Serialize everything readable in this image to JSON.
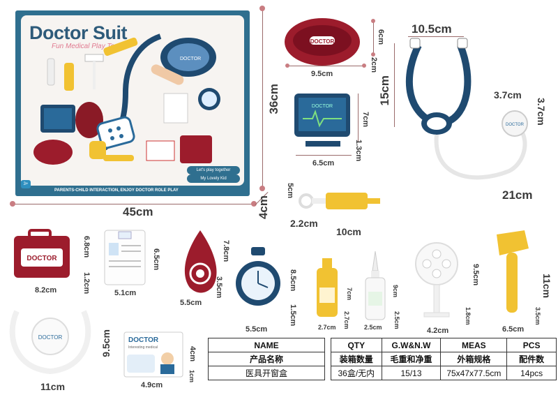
{
  "box": {
    "brand": "Doctor Suit",
    "tagline": "Fun Medical Play Toys",
    "caption": "PARENTS-CHILD INTERACTION, ENJOY DOCTOR ROLE PLAY",
    "tag_top": "Let's play together",
    "tag_bottom": "My Lovely Kid",
    "age": "3+",
    "width": "45cm",
    "height": "36cm",
    "depth": "4cm"
  },
  "items": {
    "basin": {
      "label": "DOCTOR",
      "w": "9.5cm",
      "h": "6cm",
      "d": "2cm"
    },
    "monitor": {
      "label": "DOCTOR",
      "w": "6.5cm",
      "h": "7cm",
      "d": "1.3cm"
    },
    "stethoscope": {
      "w": "10.5cm",
      "h": "15cm",
      "length": "21cm",
      "head_w": "3.7cm",
      "head_h": "3.7cm",
      "label": "DOCTOR"
    },
    "syringe": {
      "h": "5cm",
      "d": "2.2cm",
      "w": "10cm"
    },
    "medkit": {
      "label": "DOCTOR",
      "w": "8.2cm",
      "h": "6.8cm",
      "d": "1.2cm"
    },
    "badge": {
      "w": "5.1cm",
      "h": "6.5cm"
    },
    "bulb": {
      "w": "5.5cm",
      "h": "7.8cm",
      "d": "3.5cm"
    },
    "watch": {
      "w": "5.5cm",
      "h": "8.5cm",
      "d": "1.5cm"
    },
    "bottle": {
      "w": "2.7cm",
      "h": "7cm",
      "d": "2.7cm"
    },
    "dropper": {
      "w": "2.5cm",
      "h": "9cm",
      "d": "2.5cm"
    },
    "mirror": {
      "w": "4.2cm",
      "h": "9.5cm",
      "d": "1.8cm"
    },
    "hammer": {
      "w": "6.5cm",
      "h": "11cm",
      "d": "3.5cm"
    },
    "headband": {
      "w": "11cm",
      "h": "9.5cm",
      "label": "DOCTOR"
    },
    "card": {
      "title": "DOCTOR",
      "subtitle": "Interesting medical",
      "w": "4.9cm",
      "h": "4cm",
      "d": "1cm"
    }
  },
  "table_name": {
    "header_en": "NAME",
    "header_cn": "产品名称",
    "value": "医具开窗盒"
  },
  "table_spec": {
    "headers_en": [
      "QTY",
      "G.W&N.W",
      "MEAS",
      "PCS"
    ],
    "headers_cn": [
      "装箱数量",
      "毛重和净重",
      "外箱规格",
      "配件数"
    ],
    "values": [
      "36盒/无内",
      "15/13",
      "75x47x77.5cm",
      "14pcs"
    ]
  },
  "colors": {
    "box_blue": "#2f6f8f",
    "navy": "#1f4a70",
    "maroon": "#9c1c2c",
    "yellow": "#f1c232",
    "dimension_text": "#3a3a3a",
    "dot": "#c97d82"
  }
}
